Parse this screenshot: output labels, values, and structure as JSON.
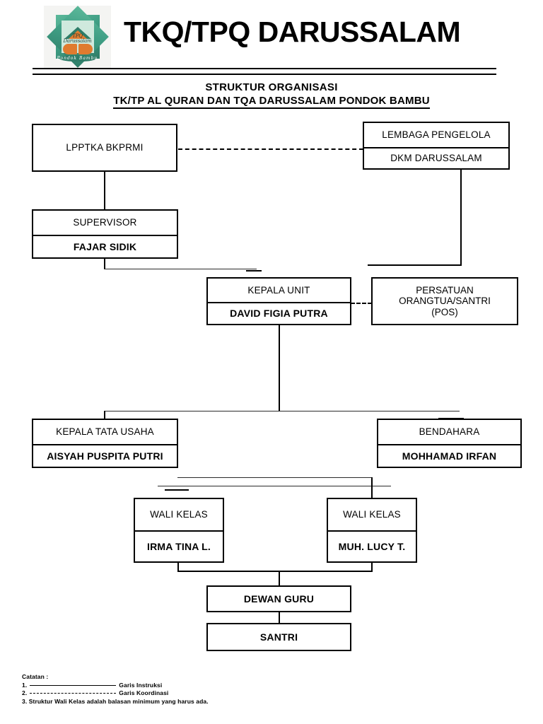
{
  "header": {
    "brand_title": "TKQ/TPQ DARUSSALAM",
    "logo": {
      "icon": "tpq-darussalam-star-logo",
      "script_line1": "TPQ",
      "script_line2": "Darussalam",
      "ribbon_text": "Pondok Bambu"
    }
  },
  "chart_title": {
    "line1": "STRUKTUR ORGANISASI",
    "line2": "TK/TP AL QURAN DAN TQA DARUSSALAM PONDOK BAMBU"
  },
  "nodes": {
    "lpptka": {
      "title": "LPPTKA BKPRMI"
    },
    "lembaga": {
      "title": "LEMBAGA PENGELOLA",
      "name": "DKM DARUSSALAM"
    },
    "supervisor": {
      "title": "SUPERVISOR",
      "name": "FAJAR SIDIK"
    },
    "kepala_unit": {
      "title": "KEPALA UNIT",
      "name": "DAVID FIGIA PUTRA"
    },
    "pos": {
      "line1": "PERSATUAN",
      "line2": "ORANGTUA/SANTRI",
      "line3": "(POS)"
    },
    "tata_usaha": {
      "title": "KEPALA TATA USAHA",
      "name": "AISYAH PUSPITA PUTRI"
    },
    "bendahara": {
      "title": "BENDAHARA",
      "name": "MOHHAMAD IRFAN"
    },
    "wali_kelas_1": {
      "title": "WALI KELAS",
      "name": "IRMA TINA L."
    },
    "wali_kelas_2": {
      "title": "WALI KELAS",
      "name": "MUH. LUCY T."
    },
    "dewan_guru": {
      "title": "DEWAN GURU"
    },
    "santri": {
      "title": "SANTRI"
    }
  },
  "notes": {
    "heading": "Catatan :",
    "item1_number": "1.",
    "item1_label": "Garis Instruksi",
    "item2_number": "2.",
    "item2_label": "Garis Koordinasi",
    "item3": "3. Struktur Wali Kelas adalah balasan minimum yang harus ada."
  },
  "colors": {
    "line": "#000000",
    "logo_green": "#2f7d68",
    "logo_orange": "#e07b2f",
    "background": "#ffffff"
  }
}
